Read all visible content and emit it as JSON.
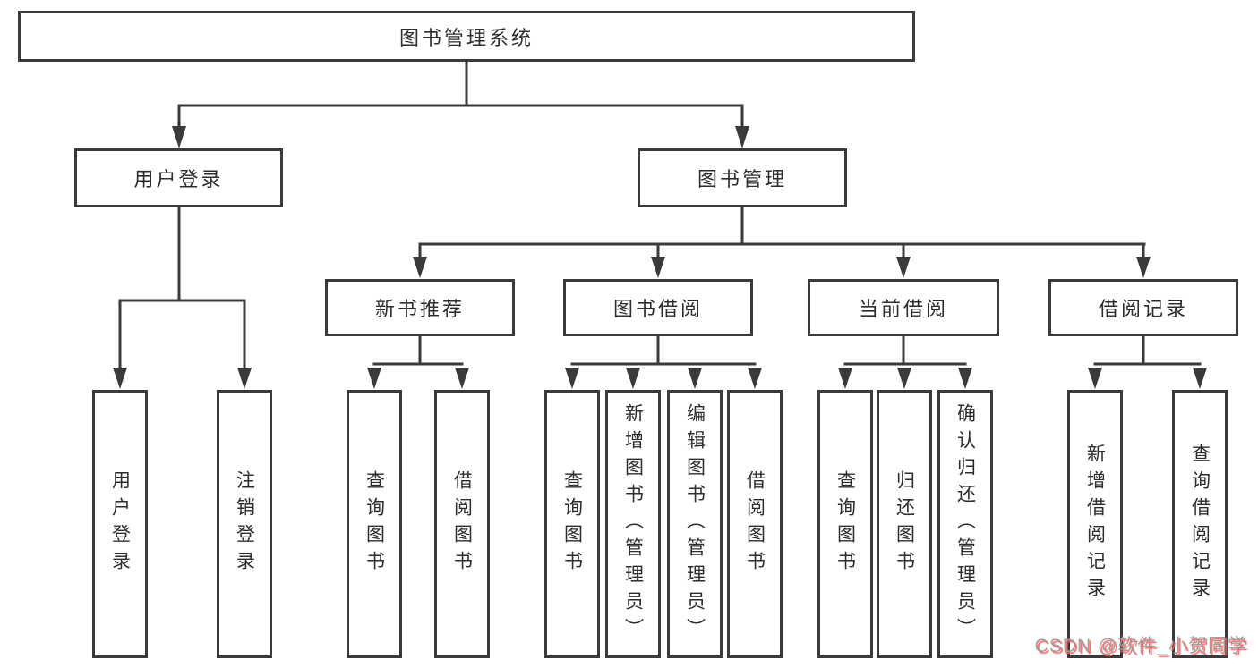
{
  "tree": {
    "root": {
      "label": "图书管理系统",
      "children": [
        {
          "label": "用户登录",
          "leaves": [
            "用户登录",
            "注销登录"
          ]
        },
        {
          "label": "图书管理",
          "children": [
            {
              "label": "新书推荐",
              "leaves": [
                "查询图书",
                "借阅图书"
              ]
            },
            {
              "label": "图书借阅",
              "leaves": [
                "查询图书",
                "新增图书（管理员）",
                "编辑图书（管理员）",
                "借阅图书"
              ]
            },
            {
              "label": "当前借阅",
              "leaves": [
                "查询图书",
                "归还图书",
                "确认归还（管理员）"
              ]
            },
            {
              "label": "借阅记录",
              "leaves": [
                "新增借阅记录",
                "查询借阅记录"
              ]
            }
          ]
        }
      ]
    }
  },
  "watermark": {
    "text": "CSDN @软件_小贺同学"
  },
  "colors": {
    "line": "#3a3a3a",
    "text": "#2d2d2d",
    "box_background": "#ffffff",
    "watermark": "#9e9e9e",
    "watermark_shadow": "#ff5a5a",
    "background": "#ffffff"
  }
}
